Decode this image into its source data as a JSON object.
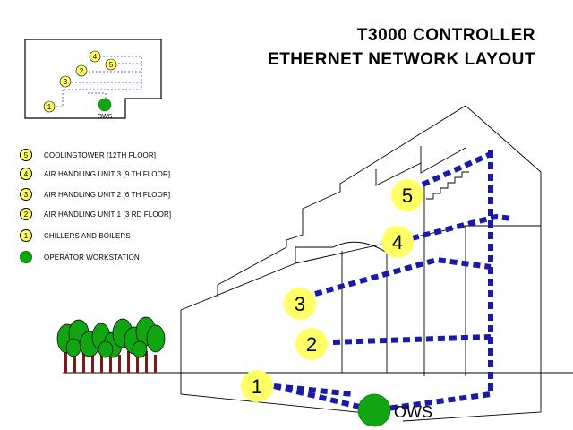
{
  "title_line1": "T3000 CONTROLLER",
  "title_line2": "ETHERNET NETWORK LAYOUT",
  "inset": {
    "nodes": [
      "5",
      "4",
      "3",
      "2",
      "1"
    ],
    "ows_label": "OWS"
  },
  "legend": [
    {
      "marker": "5",
      "label": "COOLINGTOWER [12TH FLOOR]",
      "color": "#ffff66"
    },
    {
      "marker": "4",
      "label": "AIR HANDLING UNIT 3 [9 TH FLOOR]",
      "color": "#ffff66"
    },
    {
      "marker": "3",
      "label": "AIR HANDLING UNIT 2 [6 TH FLOOR]",
      "color": "#ffff66"
    },
    {
      "marker": "2",
      "label": "AIR HANDLING UNIT 1 [3 RD FLOOR]",
      "color": "#ffff66"
    },
    {
      "marker": "1",
      "label": "CHILLERS AND BOILERS",
      "color": "#ffff66"
    },
    {
      "marker": "",
      "label": "OPERATOR WORKSTATION",
      "color": "#11a611"
    }
  ],
  "main": {
    "nodes": [
      "5",
      "4",
      "3",
      "2",
      "1"
    ],
    "ows_label": "OWS"
  },
  "colors": {
    "node_fill": "#ffff66",
    "ows_fill": "#11a611",
    "network_line": "#1a1aa6",
    "tree_canopy": "#11a611",
    "tree_trunk": "#7a1a1a"
  }
}
